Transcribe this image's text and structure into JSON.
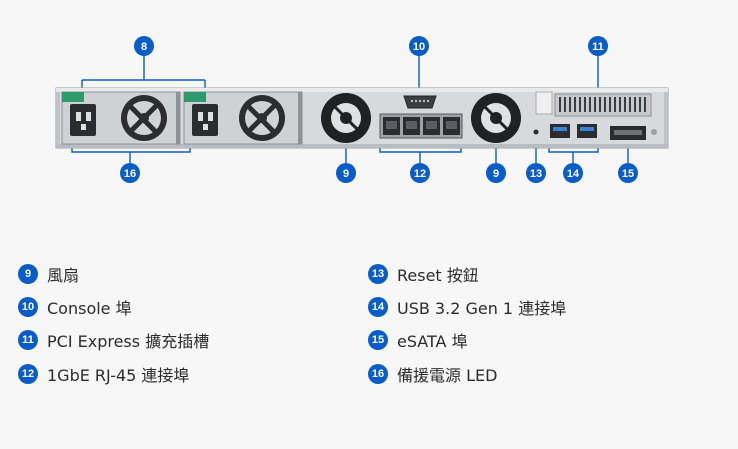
{
  "colors": {
    "accent": "#0a5dc9",
    "chassis": "#d7d9dc",
    "chassis_dark": "#33363a",
    "psu_latch": "#2e9a6e"
  },
  "callouts": [
    {
      "id": "c8",
      "num": "8"
    },
    {
      "id": "c10",
      "num": "10"
    },
    {
      "id": "c11",
      "num": "11"
    },
    {
      "id": "c9a",
      "num": "9"
    },
    {
      "id": "c12",
      "num": "12"
    },
    {
      "id": "c9b",
      "num": "9"
    },
    {
      "id": "c13",
      "num": "13"
    },
    {
      "id": "c14",
      "num": "14"
    },
    {
      "id": "c15",
      "num": "15"
    },
    {
      "id": "c16",
      "num": "16"
    }
  ],
  "legend": {
    "left": [
      {
        "num": "9",
        "label": "風扇"
      },
      {
        "num": "10",
        "label": "Console 埠"
      },
      {
        "num": "11",
        "label": "PCI Express 擴充插槽"
      },
      {
        "num": "12",
        "label": "1GbE RJ-45 連接埠"
      }
    ],
    "right": [
      {
        "num": "13",
        "label": "Reset 按鈕"
      },
      {
        "num": "14",
        "label": "USB 3.2 Gen 1 連接埠"
      },
      {
        "num": "15",
        "label": "eSATA 埠"
      },
      {
        "num": "16",
        "label": "備援電源 LED"
      }
    ]
  }
}
